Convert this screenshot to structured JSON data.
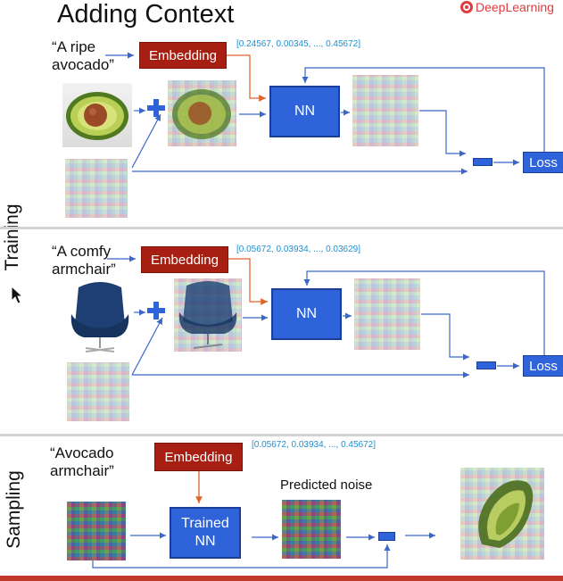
{
  "header": {
    "title": "Adding Context",
    "logo_text": "DeepLearning"
  },
  "side_labels": {
    "training": "Training",
    "sampling": "Sampling"
  },
  "training_rows": [
    {
      "prompt": "“A ripe\navocado”",
      "embedding_label": "Embedding",
      "embedding_vector": "[0.24567, 0.00345, ..., 0.45672]",
      "nn_label": "NN",
      "loss_label": "Loss"
    },
    {
      "prompt": "“A comfy\narmchair”",
      "embedding_label": "Embedding",
      "embedding_vector": "[0.05672, 0.03934, ..., 0.03629]",
      "nn_label": "NN",
      "loss_label": "Loss"
    }
  ],
  "sampling": {
    "prompt": "“Avocado\narmchair”",
    "embedding_label": "Embedding",
    "embedding_vector": "[0.05672, 0.03934, ..., 0.45672]",
    "nn_label": "Trained\nNN",
    "predicted_noise_label": "Predicted noise"
  },
  "colors": {
    "embedding": "#a61f12",
    "nn": "#2f63d9",
    "arrow_blue": "#3a66c9",
    "arrow_orange": "#e0642a",
    "vector_text": "#1f8fd0"
  }
}
